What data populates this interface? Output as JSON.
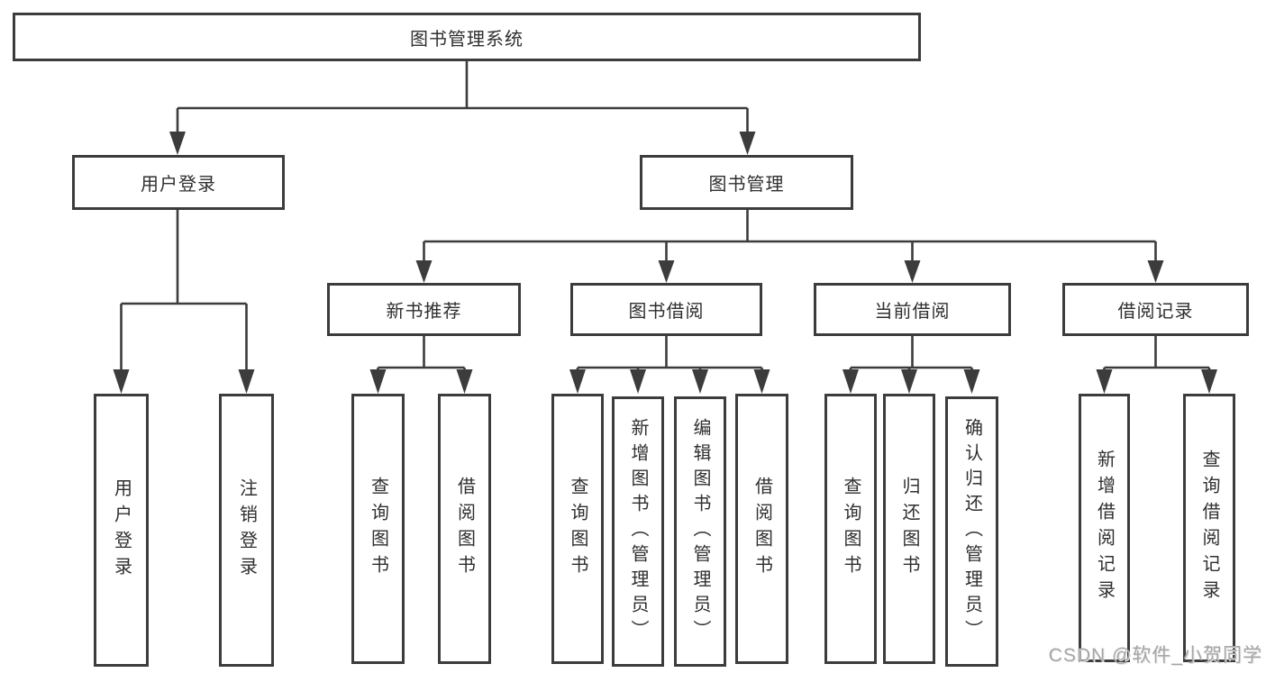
{
  "diagram": {
    "nodes": {
      "root": "图书管理系统",
      "user_login": "用户登录",
      "book_mgmt": "图书管理",
      "new_book_rec": "新书推荐",
      "book_borrow": "图书借阅",
      "current_borrow": "当前借阅",
      "borrow_record": "借阅记录",
      "leaf_user_login": "用户登录",
      "leaf_logout": "注销登录",
      "leaf_query_book_1": "查询图书",
      "leaf_borrow_book_1": "借阅图书",
      "leaf_query_book_2": "查询图书",
      "leaf_add_book": "新增图书（管理员）",
      "leaf_edit_book": "编辑图书（管理员）",
      "leaf_borrow_book_2": "借阅图书",
      "leaf_query_book_3": "查询图书",
      "leaf_return_book": "归还图书",
      "leaf_confirm_return": "确认归还（管理员）",
      "leaf_add_record": "新增借阅记录",
      "leaf_query_record": "查询借阅记录"
    },
    "colors": {
      "line": "#3c3c3c",
      "node_border": "#3c3c3c",
      "text": "#2f2f2f",
      "watermark": "#a6a6a6"
    }
  },
  "watermark": "CSDN @软件_小贺同学"
}
